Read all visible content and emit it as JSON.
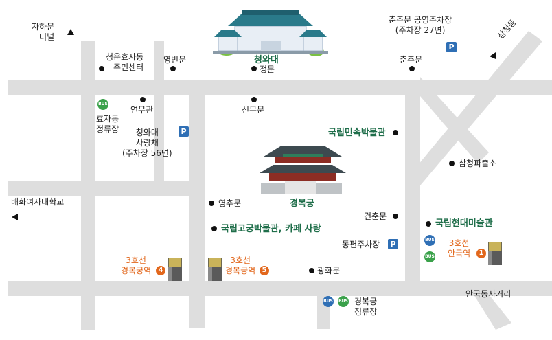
{
  "places": {
    "jahamun_tunnel": "자하문\n터널",
    "cheongun_center": "청운효자동\n주민센터",
    "yeongbinmun": "영빈문",
    "cheongwadae": "청와대",
    "jeongmun": "정문",
    "chunchumun_parking": "춘추문 공영주차장\n(주차장 27면)",
    "chunchumun": "춘추문",
    "samcheongdong": "삼청동",
    "yeonmugwan": "연무관",
    "hyoja_stop": "효자동\n정류장",
    "sarangchae": "청와대\n사랑채\n(주차장 56면)",
    "sinmumun": "신무문",
    "folk_museum": "국립민속박물관",
    "samcheong_police": "삼청파출소",
    "gyeongbokgung": "경복궁",
    "baehwa_univ": "배화여자대학교",
    "yeongchumun": "영추문",
    "geonchunmun": "건춘문",
    "mmca": "국립현대미술관",
    "palace_museum": "국립고궁박물관, 카페 사랑",
    "dongpyeon_parking": "동편주차장",
    "anguk_station": "3호선\n안국역",
    "gbg_station_4": "3호선\n경복궁역",
    "gbg_station_5": "3호선\n경복궁역",
    "gwanghwamun": "광화문",
    "gbg_bus_stop": "경복궁\n정류장",
    "anguk_intersection": "안국동사거리"
  },
  "markers": {
    "parking": "P",
    "bus": "BUS",
    "exit_anguk": "1",
    "exit_gbg_4": "4",
    "exit_gbg_5": "5"
  },
  "colors": {
    "road": "#dedede",
    "landmark_text": "#1f6e4a",
    "subway_text": "#e2671c",
    "parking": "#2f6fb5",
    "bus_green": "#3aa14a",
    "bus_blue": "#2f6fb5"
  }
}
